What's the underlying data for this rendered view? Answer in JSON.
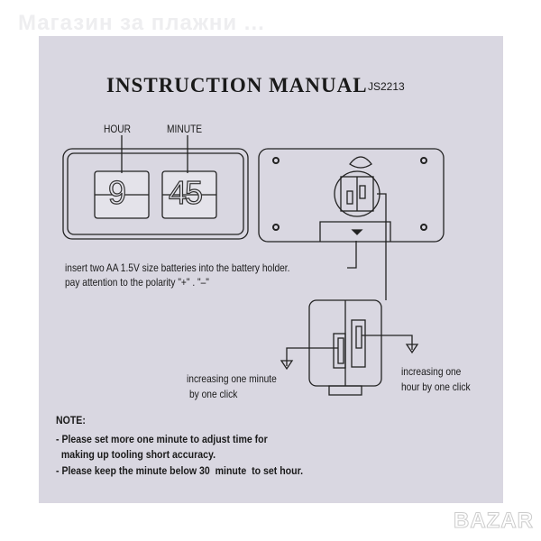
{
  "watermark": "Магазин за плажни ...",
  "title": "INSTRUCTION MANUAL",
  "model": "JS2213",
  "labels": {
    "hour": "HOUR",
    "minute": "MINUTE"
  },
  "display": {
    "hour": "9",
    "minute": "45"
  },
  "battery_text": [
    "insert two AA 1.5V size  batteries into the battery holder.",
    "pay attention to the polarity \"+\" . \"–\""
  ],
  "minute_knob": [
    "increasing one minute",
    "by one click"
  ],
  "hour_knob": [
    "increasing one",
    "hour by one click"
  ],
  "note": {
    "heading": "NOTE:",
    "lines": [
      "- Please set more one minute to adjust time for",
      "  making up tooling short accuracy.",
      "- Please keep the minute below 30  minute  to set hour."
    ]
  },
  "logo": "BAZAR"
}
